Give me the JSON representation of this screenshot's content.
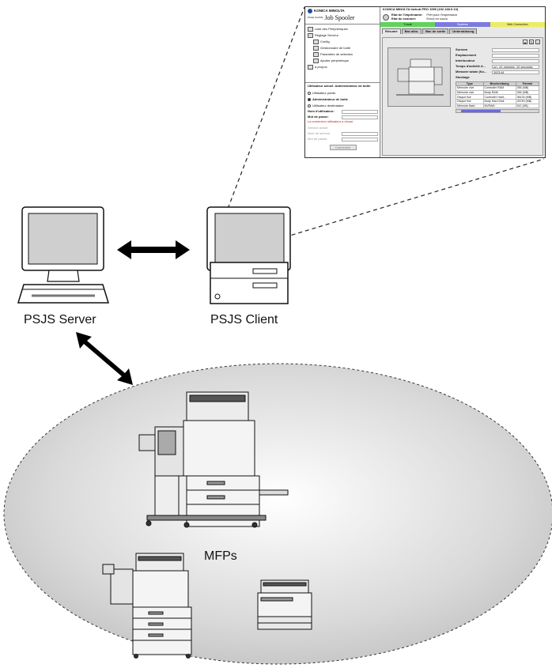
{
  "labels": {
    "server": "PSJS Server",
    "client": "PSJS Client",
    "mfps": "MFPs"
  },
  "colors": {
    "cloud_fill": "#d2d2d2",
    "monitor_screen": "#cfcfcf",
    "status_green": "#5fd35a",
    "status_blue": "#7a7ae2",
    "status_yellow": "#ecec62"
  },
  "screenshot": {
    "brand": "KONICA MINOLTA",
    "brand_small": "PAGE SCOPE",
    "product": "Job Spooler",
    "nav": [
      {
        "label": "Liste des Périphériques",
        "sub": false
      },
      {
        "label": "Réglage Serveur",
        "sub": false
      },
      {
        "label": "Config.",
        "sub": true
      },
      {
        "label": "Gestionnaire de boîte",
        "sub": true
      },
      {
        "label": "Paramètre de sélection",
        "sub": true
      },
      {
        "label": "Ajouter périphérique",
        "sub": true
      },
      {
        "label": "à propos",
        "sub": false
      }
    ],
    "user_heading": "Utilisateur actuel: Administrateur de boîte",
    "user_options": [
      {
        "label": "Utilisateur public",
        "selected": false
      },
      {
        "label": "Administrateur de boîte",
        "selected": true
      },
      {
        "label": "Utilisateur destinataire",
        "selected": false
      }
    ],
    "field_username": "Nom d'utilisateur:",
    "field_password": "Mot de passe:",
    "error_text": "La connexion utilisateur a réussi.",
    "service_label": "Service actuel:",
    "field_service": "Nom de service:",
    "field_password2": "Mot de passe:",
    "connect_button": "Connexion",
    "window_title": "KONICA MINOLTA bizhub PRO 1050 (192.168.0.10)",
    "status_printer_label": "Etat de l'imprimante:",
    "status_printer_value": "Prêt pour l'impression",
    "status_scanner_label": "Etat du scanner:",
    "status_scanner_value": "Envoi en cours",
    "status_bars": [
      "Travail",
      "Système",
      "Web Connection"
    ],
    "tabs": [
      "Résumé",
      "Bac alim.",
      "Bac de sortie",
      "Unterstützung"
    ],
    "info_rows": [
      {
        "key": "Surnom",
        "value": ""
      },
      {
        "key": "Emplacement",
        "value": ""
      },
      {
        "key": "Interlocuteur",
        "value": ""
      },
      {
        "key": "Temps d'activité d...",
        "value": "ur), 41 minutes, 10 seconds."
      },
      {
        "key": "Mémoire totale (Ko...",
        "value": "262144"
      }
    ],
    "storage_heading": "Stockage",
    "storage_columns": [
      "Type",
      "Beschreibung",
      "Format"
    ],
    "storage_rows": [
      [
        "Mémoire vive",
        "Controller RAM",
        "256 (MB)"
      ],
      [
        "Mémoire vive",
        "Body RAM",
        "256 (MB)"
      ],
      [
        "Disque fixe",
        "Controller Hard...",
        "38125 (MB)"
      ],
      [
        "Disque fixe",
        "Body Hard Disk",
        "25749 (MB)"
      ],
      [
        "Mémoire flash",
        "NVRAM",
        "512 (KB)"
      ]
    ]
  }
}
